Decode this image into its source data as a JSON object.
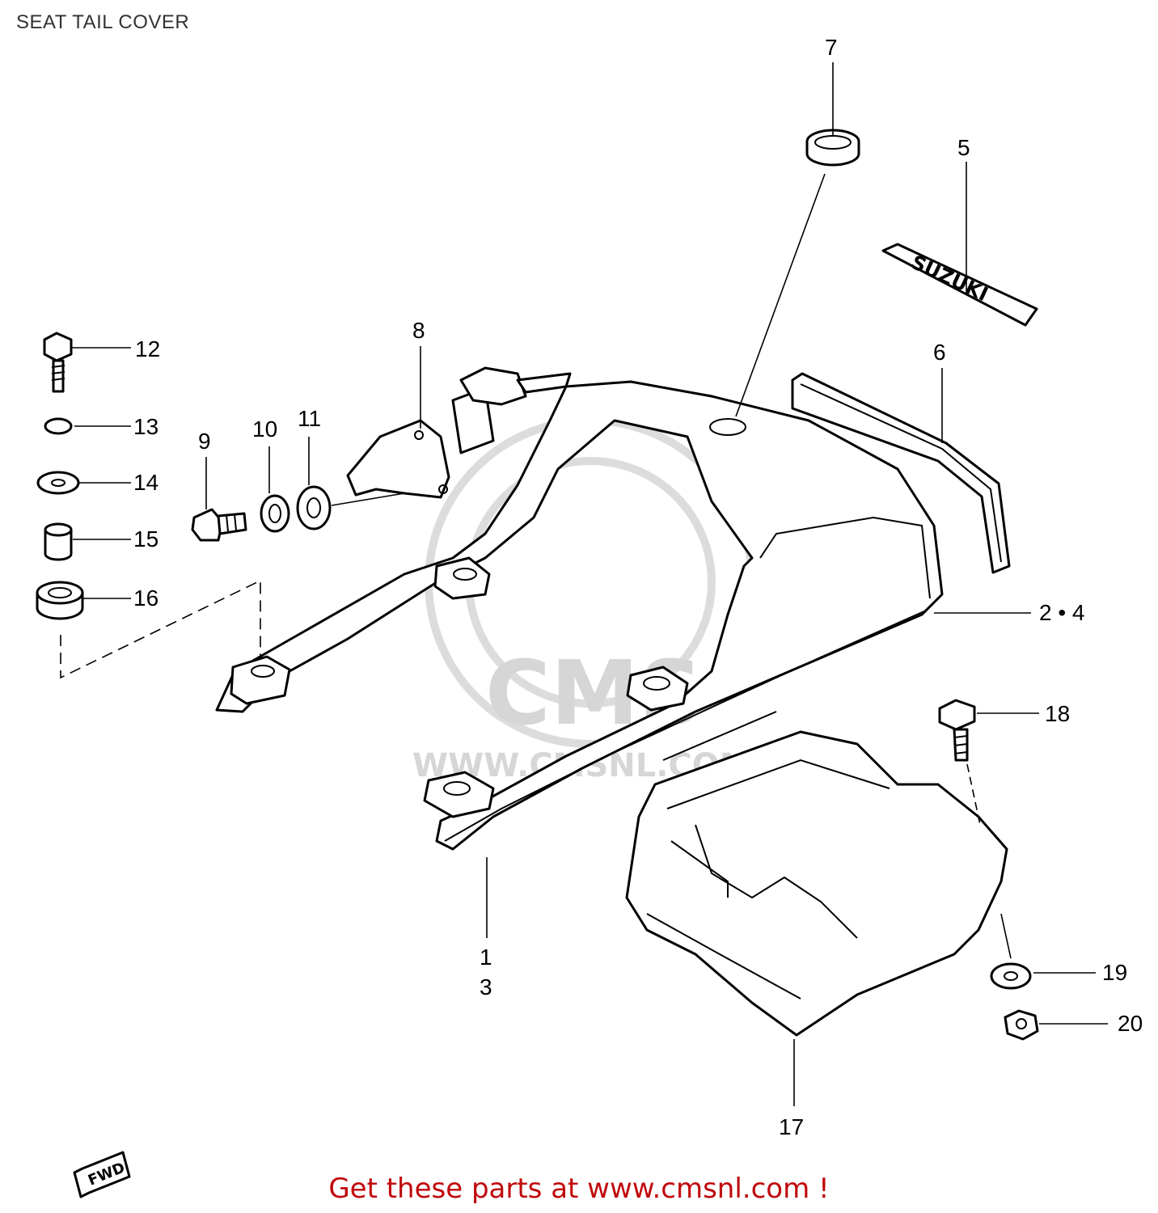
{
  "title": "SEAT TAIL COVER",
  "footer": "Get these parts at www.cmsnl.com !",
  "labels": {
    "p1": "1",
    "p3": "3",
    "p24": "2 • 4",
    "p5": "5",
    "p6": "6",
    "p7": "7",
    "p8": "8",
    "p9": "9",
    "p10": "10",
    "p11": "11",
    "p12": "12",
    "p13": "13",
    "p14": "14",
    "p15": "15",
    "p16": "16",
    "p17": "17",
    "p18": "18",
    "p19": "19",
    "p20": "20"
  },
  "emblem_text": "SUZUKI",
  "fwd_text": "FWD",
  "watermark": {
    "logo": "CMS",
    "url": "WWW.CMSNL.COM"
  },
  "colors": {
    "footer": "#c0080c",
    "line": "#000000",
    "watermark": "#d6d6d6"
  }
}
